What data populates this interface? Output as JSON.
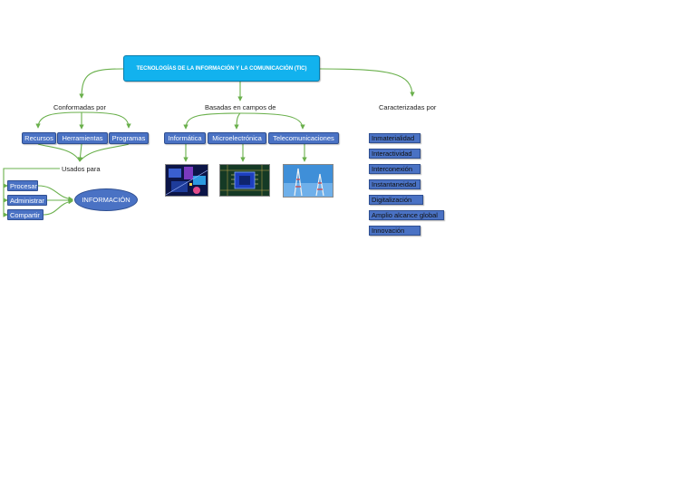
{
  "title": "TECNOLOGÍAS DE LA INFORMACIÓN Y LA COMUNICACIÓN (TIC)",
  "branches": {
    "left": {
      "label": "Conformadas por",
      "items": [
        "Recursos",
        "Herramientas",
        "Programas"
      ],
      "used_for_label": "Usados para",
      "actions": [
        "Procesar",
        "Administrar",
        "Compartir"
      ],
      "target": "INFORMACIÓN"
    },
    "middle": {
      "label": "Basadas en campos de",
      "items": [
        "Informática",
        "Microelectrónica",
        "Telecomunicaciones"
      ],
      "images": [
        "computer-montage-image",
        "microchip-image",
        "telecom-tower-image"
      ]
    },
    "right": {
      "label": "Caracterizadas por",
      "items": [
        "Inmaterialidad",
        "Interactividad",
        "Interconexión",
        "Instantaneidad",
        "Digitalización",
        "Amplio alcance global",
        "Innovación"
      ]
    }
  },
  "colors": {
    "title_bg": "#12b2ee",
    "node_bg": "#4a72c4",
    "connector": "#6ab04c"
  }
}
